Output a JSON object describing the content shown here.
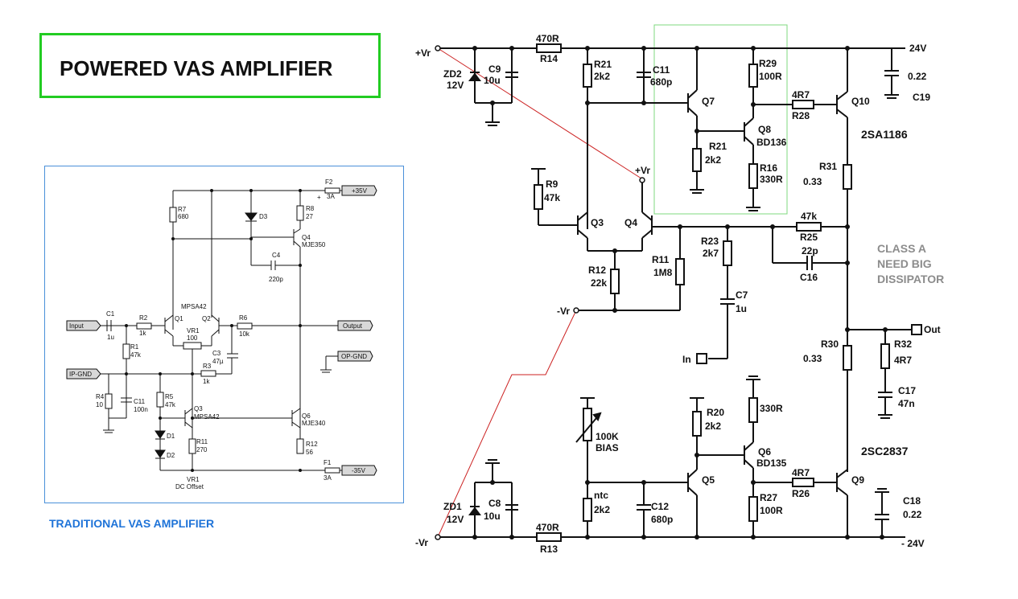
{
  "header": {
    "title": "POWERED VAS AMPLIFIER"
  },
  "traditional": {
    "caption": "TRADITIONAL VAS AMPLIFIER",
    "labels": {
      "f2": "F2",
      "f2_val": "3A",
      "plus35": "+35V",
      "plus": "+",
      "r7": "R7",
      "r7_val": "680",
      "d3": "D3",
      "r8": "R8",
      "r8_val": "27",
      "q4": "Q4",
      "q4_val": "MJE350",
      "c4": "C4",
      "c4_val": "220p",
      "mpsa42": "MPSA42",
      "c1": "C1",
      "c1_val": "1u",
      "r2": "R2",
      "r2_val": "1k",
      "q1": "Q1",
      "q2": "Q2",
      "vr1": "VR1",
      "vr1_val": "100",
      "r6": "R6",
      "r6_val": "10k",
      "input": "Input",
      "output": "Output",
      "r1": "R1",
      "r1_val": "47k",
      "c3": "C3",
      "c3_val": "47µ",
      "r3": "R3",
      "r3_val": "1k",
      "op_gnd": "OP-GND",
      "ip_gnd": "IP-GND",
      "r4": "R4",
      "r4_val": "10",
      "c11": "C11",
      "c11_val": "100n",
      "r5": "R5",
      "r5_val": "47k",
      "q3": "Q3",
      "q3_val": "MPSA42",
      "q6": "Q6",
      "q6_val": "MJE340",
      "d1": "D1",
      "d2": "D2",
      "r11": "R11",
      "r11_val": "270",
      "r12": "R12",
      "r12_val": "56",
      "f1": "F1",
      "f1_val": "3A",
      "minus35": "-35V",
      "vr1_note": "VR1",
      "dc_offset": "DC Offset"
    }
  },
  "powered": {
    "labels": {
      "vr_top": "+Vr",
      "zd2": "ZD2",
      "zd2_val": "12V",
      "c9": "C9",
      "c9_val": "10u",
      "r14_val": "470R",
      "r14": "R14",
      "r21a": "R21",
      "r21a_val": "2k2",
      "c11": "C11",
      "c11_val": "680p",
      "q7": "Q7",
      "r29": "R29",
      "r29_val": "100R",
      "r28_val": "4R7",
      "r28": "R28",
      "q10": "Q10",
      "v24": "24V",
      "c19_val": "0.22",
      "c19": "C19",
      "q10_type": "2SA1186",
      "r21b": "R21",
      "r21b_val": "2k2",
      "q8": "Q8",
      "q8_val": "BD136",
      "r16": "R16",
      "r16_val": "330R",
      "vr_mid": "+Vr",
      "r31": "R31",
      "r31_val": "0.33",
      "r9": "R9",
      "r9_val": "47k",
      "q3": "Q3",
      "q4": "Q4",
      "r25_val": "47k",
      "r25": "R25",
      "r23": "R23",
      "r23_val": "2k7",
      "c16_val": "22p",
      "c16": "C16",
      "r12": "R12",
      "r12_val": "22k",
      "r11": "R11",
      "r11_val": "1M8",
      "vr_neg_mid": "-Vr",
      "c7": "C7",
      "c7_val": "1u",
      "in": "In",
      "out": "Out",
      "r30": "R30",
      "r30_val": "0.33",
      "r32": "R32",
      "r32_val": "4R7",
      "c17": "C17",
      "c17_val": "47n",
      "r20": "R20",
      "r20_val": "2k2",
      "r330": "330R",
      "bias": "100K",
      "bias2": "BIAS",
      "q6": "Q6",
      "q6_val": "BD135",
      "q9_type": "2SC2837",
      "ntc": "ntc",
      "ntc_val": "2k2",
      "q5": "Q5",
      "r26_val": "4R7",
      "r26": "R26",
      "q9": "Q9",
      "zd1": "ZD1",
      "zd1_val": "12V",
      "c8": "C8",
      "c8_val": "10u",
      "c12": "C12",
      "c12_val": "680p",
      "r27": "R27",
      "r27_val": "100R",
      "c18": "C18",
      "c18_val": "0.22",
      "r13_val": "470R",
      "r13": "R13",
      "vr_bot": "-Vr",
      "vneg24": "- 24V"
    }
  },
  "class_note": {
    "line1": "CLASS A",
    "line2": "NEED BIG",
    "line3": "DISSIPATOR"
  }
}
